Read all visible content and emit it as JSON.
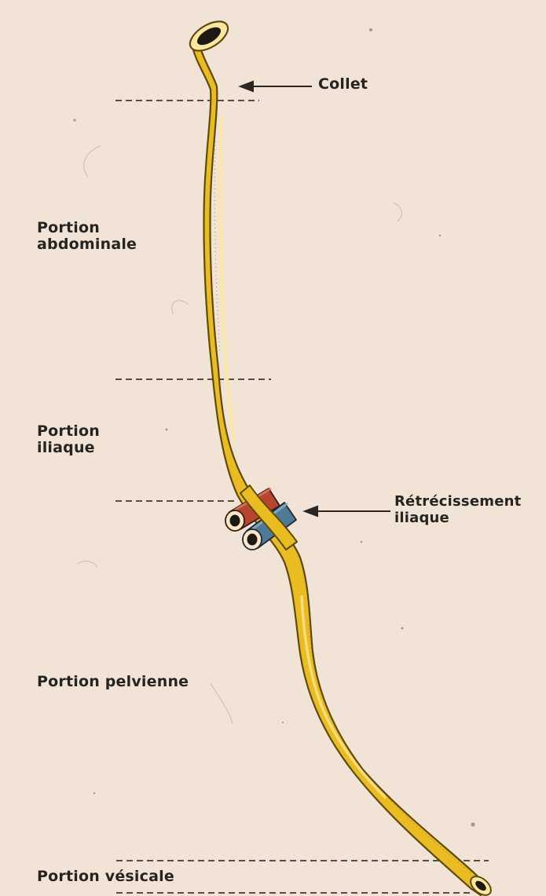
{
  "labels": {
    "collet": "Collet",
    "portion_abdominale": [
      "Portion",
      "abdominale"
    ],
    "portion_iliaque": [
      "Portion",
      "iliaque"
    ],
    "retrecissement_iliaque": [
      "Rétrécissement",
      "iliaque"
    ],
    "portion_pelvienne": "Portion pelvienne",
    "portion_vesicale": "Portion vésicale"
  },
  "colors": {
    "background": "#f1e4d7",
    "ureter": "#e9bd22",
    "ureter_highlight": "#fbe79a",
    "ureter_outline": "#5f4a0c",
    "artery": "#b8452e",
    "vein": "#4e7a96",
    "text": "#262420"
  }
}
